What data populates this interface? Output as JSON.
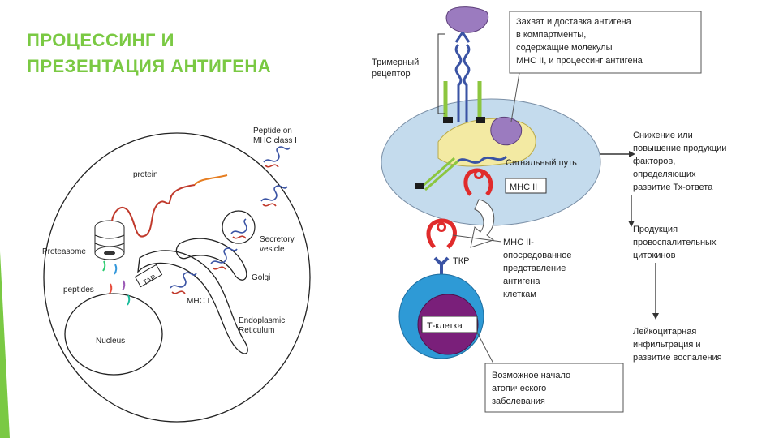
{
  "slide": {
    "title_line1": "ПРОЦЕССИНГ И",
    "title_line2": "ПРЕЗЕНТАЦИЯ АНТИГЕНА"
  },
  "cell_diagram": {
    "labels": {
      "peptide_on_mhc1_line1": "Peptide on",
      "peptide_on_mhc1_line2": "MHC class I",
      "protein": "protein",
      "proteasome": "Proteasome",
      "peptides": "peptides",
      "tap": "TAP",
      "secretory_line1": "Secretory",
      "secretory_line2": "vesicle",
      "golgi": "Golgi",
      "mhc1": "MHC I",
      "er_line1": "Endoplasmic",
      "er_line2": "Reticulum",
      "nucleus": "Nucleus"
    }
  },
  "immune_diagram": {
    "labels": {
      "trimeric_line1": "Тримерный",
      "trimeric_line2": "рецептор",
      "capture_line1": "Захват и доставка антигена",
      "capture_line2": "в компартменты,",
      "capture_line3": "содержащие молекулы",
      "capture_line4": "МНС II, и процессинг антигена",
      "signal_path": "Сигнальный путь",
      "mhc2_box": "МНС II",
      "decrease_line1": "Снижение или",
      "decrease_line2": "повышение продукции",
      "decrease_line3": "факторов,",
      "decrease_line4": "определяющих",
      "decrease_line5": "развитие Тх-ответа",
      "mhc2_pres_line1": "МНС II-",
      "mhc2_pres_line2": "опосредованное",
      "mhc2_pres_line3": "представление",
      "mhc2_pres_line4": "антигена",
      "mhc2_pres_line5": "клеткам",
      "tcr": "ТКР",
      "production_line1": "Продукция",
      "production_line2": "провоспалительных",
      "production_line3": "цитокинов",
      "tcell": "Т-клетка",
      "leuko_line1": "Лейкоцитарная",
      "leuko_line2": "инфильтрация и",
      "leuko_line3": "развитие воспаления",
      "atopic_line1": "Возможное начало",
      "atopic_line2": "атопического",
      "atopic_line3": "заболевания"
    },
    "colors": {
      "cell_body": "#c4dbed",
      "tcell_outer": "#2e9ad6",
      "tcell_inner": "#7a1f7a",
      "antigen": "#9b7bbf",
      "yellow_region": "#f3eaa3",
      "receptor_blue": "#3a53a4",
      "receptor_green": "#8cc63f",
      "mhc_red": "#e02b2b"
    }
  }
}
